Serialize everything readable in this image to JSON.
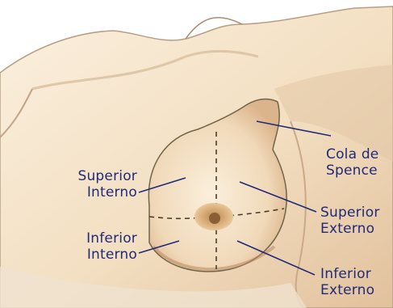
{
  "labels": {
    "cola": [
      "Cola de",
      "Spence"
    ],
    "superior_interno": [
      "Superior",
      "Interno"
    ],
    "superior_externo": [
      "Superior",
      "Externo"
    ],
    "inferior_interno": [
      "Inferior",
      "Interno"
    ],
    "inferior_externo": [
      "Inferior",
      "Externo"
    ]
  },
  "colors": {
    "background": "#ffffff",
    "skin_light": "#f6e6cf",
    "skin_mid": "#e9c99f",
    "skin_shadow": "#c9a07a",
    "label_text": "#1f2a78",
    "leader_line": "#1f2a78",
    "outline": "#6f6548"
  }
}
